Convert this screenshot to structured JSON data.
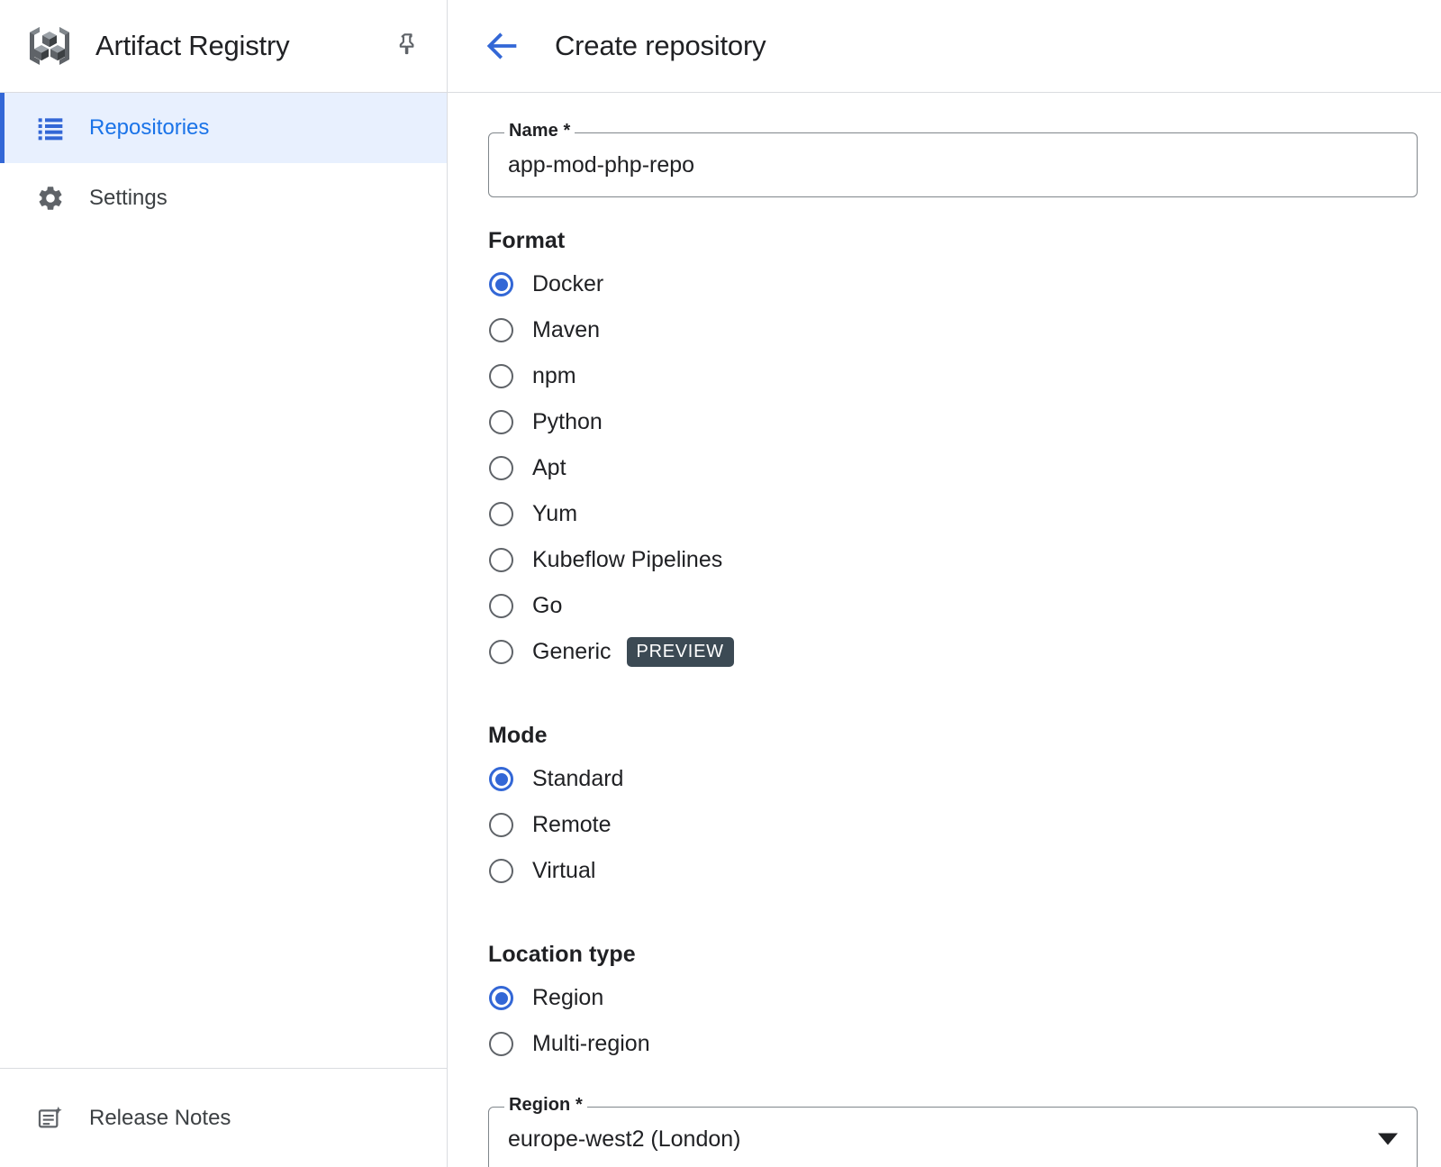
{
  "sidebar": {
    "product_title": "Artifact Registry",
    "logo_icon": "artifact-registry-logo",
    "pin_icon": "pin-icon",
    "items": [
      {
        "label": "Repositories",
        "icon": "list-icon",
        "active": true
      },
      {
        "label": "Settings",
        "icon": "gear-icon",
        "active": false
      }
    ],
    "footer": {
      "label": "Release Notes",
      "icon": "release-notes-icon"
    }
  },
  "header": {
    "back_icon": "arrow-left-icon",
    "title": "Create repository"
  },
  "form": {
    "name_field": {
      "label": "Name *",
      "value": "app-mod-php-repo",
      "placeholder": ""
    },
    "format": {
      "label": "Format",
      "options": [
        {
          "label": "Docker",
          "selected": true
        },
        {
          "label": "Maven",
          "selected": false
        },
        {
          "label": "npm",
          "selected": false
        },
        {
          "label": "Python",
          "selected": false
        },
        {
          "label": "Apt",
          "selected": false
        },
        {
          "label": "Yum",
          "selected": false
        },
        {
          "label": "Kubeflow Pipelines",
          "selected": false
        },
        {
          "label": "Go",
          "selected": false
        },
        {
          "label": "Generic",
          "selected": false,
          "badge": "PREVIEW"
        }
      ]
    },
    "mode": {
      "label": "Mode",
      "options": [
        {
          "label": "Standard",
          "selected": true
        },
        {
          "label": "Remote",
          "selected": false
        },
        {
          "label": "Virtual",
          "selected": false
        }
      ]
    },
    "location_type": {
      "label": "Location type",
      "options": [
        {
          "label": "Region",
          "selected": true
        },
        {
          "label": "Multi-region",
          "selected": false
        }
      ]
    },
    "region_field": {
      "label": "Region *",
      "value": "europe-west2 (London)",
      "dropdown_icon": "chevron-down-icon"
    }
  },
  "colors": {
    "accent_blue": "#3367d6",
    "link_blue": "#1a73e8",
    "active_nav_bg": "#e8f0fe",
    "badge_bg": "#3c4a54",
    "border": "#dadce0",
    "radio_unchecked": "#5f6368"
  }
}
